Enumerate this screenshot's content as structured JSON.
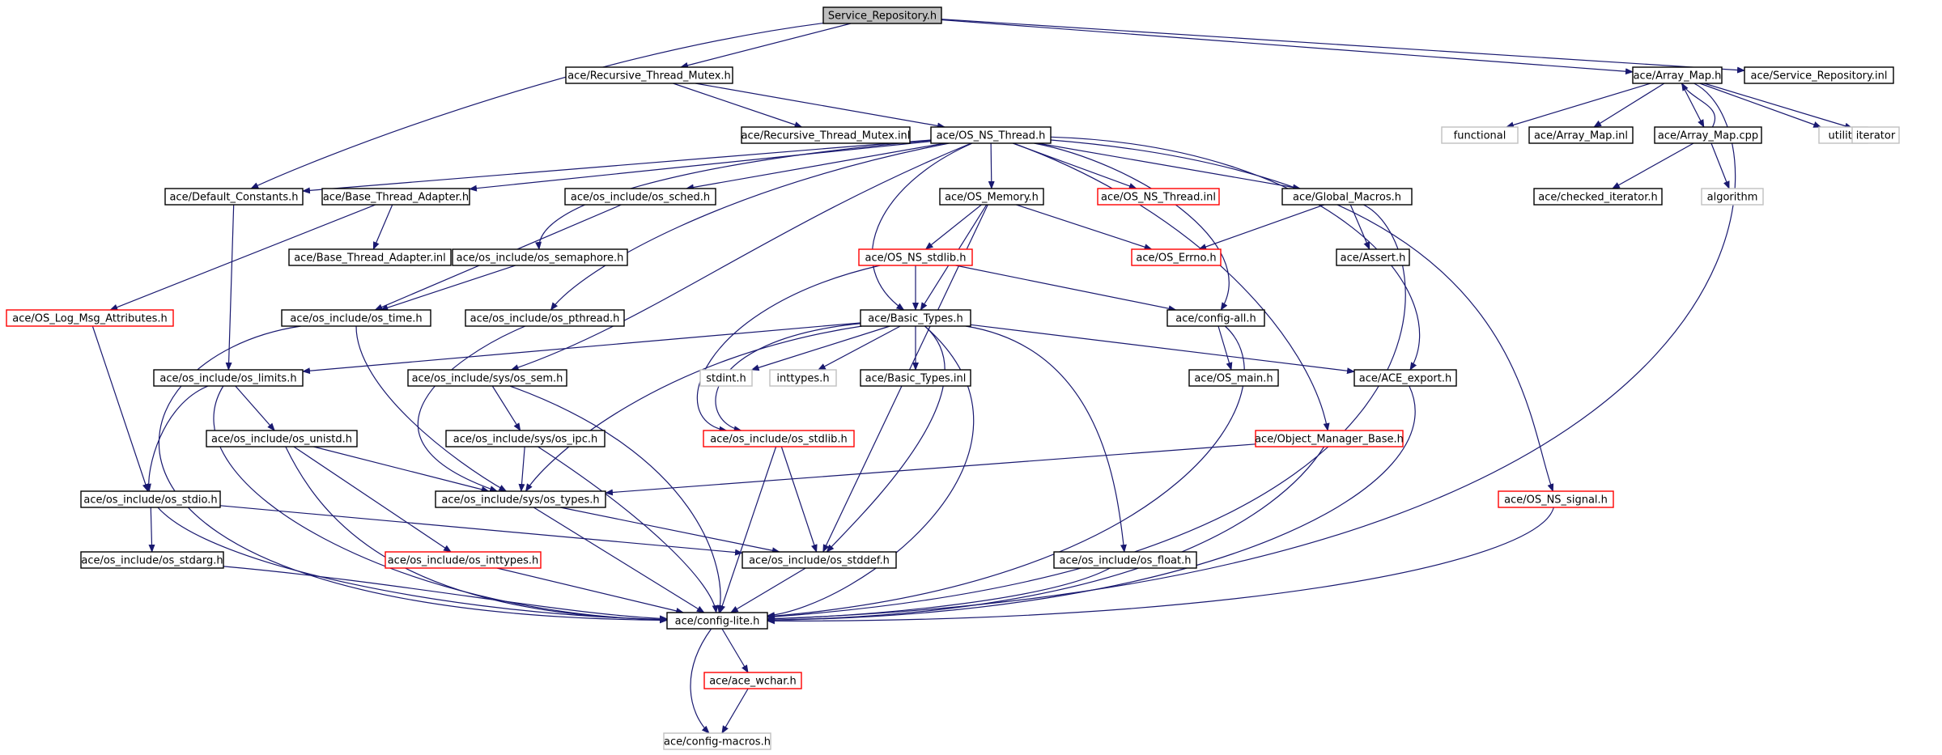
{
  "colors": {
    "edge": "#191970",
    "border_normal": "#000000",
    "border_truncated": "#ff0000",
    "border_external": "#c0c0c0",
    "fill_root": "#bfbfbf",
    "fill_normal": "#ffffff",
    "label": "#000000",
    "label_external": "#8c8c8c"
  },
  "graph": {
    "nodes": [
      {
        "id": "service_repository_h",
        "label": "Service_Repository.h",
        "kind": "root"
      },
      {
        "id": "recursive_thread_mutex_h",
        "label": "ace/Recursive_Thread_Mutex.h",
        "kind": "normal"
      },
      {
        "id": "array_map_h",
        "label": "ace/Array_Map.h",
        "kind": "normal"
      },
      {
        "id": "service_repository_inl",
        "label": "ace/Service_Repository.inl",
        "kind": "normal"
      },
      {
        "id": "recursive_thread_mutex_inl",
        "label": "ace/Recursive_Thread_Mutex.inl",
        "kind": "normal"
      },
      {
        "id": "os_ns_thread_h",
        "label": "ace/OS_NS_Thread.h",
        "kind": "normal"
      },
      {
        "id": "functional",
        "label": "functional",
        "kind": "external"
      },
      {
        "id": "array_map_inl",
        "label": "ace/Array_Map.inl",
        "kind": "normal"
      },
      {
        "id": "array_map_cpp",
        "label": "ace/Array_Map.cpp",
        "kind": "normal"
      },
      {
        "id": "utility",
        "label": "utility",
        "kind": "external"
      },
      {
        "id": "iterator",
        "label": "iterator",
        "kind": "external"
      },
      {
        "id": "default_constants_h",
        "label": "ace/Default_Constants.h",
        "kind": "normal"
      },
      {
        "id": "base_thread_adapter_h",
        "label": "ace/Base_Thread_Adapter.h",
        "kind": "normal"
      },
      {
        "id": "os_sched_h",
        "label": "ace/os_include/os_sched.h",
        "kind": "normal"
      },
      {
        "id": "os_memory_h",
        "label": "ace/OS_Memory.h",
        "kind": "normal"
      },
      {
        "id": "os_ns_thread_inl",
        "label": "ace/OS_NS_Thread.inl",
        "kind": "truncated"
      },
      {
        "id": "global_macros_h",
        "label": "ace/Global_Macros.h",
        "kind": "normal"
      },
      {
        "id": "checked_iterator_h",
        "label": "ace/checked_iterator.h",
        "kind": "normal"
      },
      {
        "id": "algorithm",
        "label": "algorithm",
        "kind": "external"
      },
      {
        "id": "base_thread_adapter_inl",
        "label": "ace/Base_Thread_Adapter.inl",
        "kind": "normal"
      },
      {
        "id": "os_semaphore_h",
        "label": "ace/os_include/os_semaphore.h",
        "kind": "normal"
      },
      {
        "id": "os_ns_stdlib_h",
        "label": "ace/OS_NS_stdlib.h",
        "kind": "truncated"
      },
      {
        "id": "os_errno_h",
        "label": "ace/OS_Errno.h",
        "kind": "truncated"
      },
      {
        "id": "assert_h",
        "label": "ace/Assert.h",
        "kind": "normal"
      },
      {
        "id": "os_log_msg_attributes_h",
        "label": "ace/OS_Log_Msg_Attributes.h",
        "kind": "truncated"
      },
      {
        "id": "os_time_h",
        "label": "ace/os_include/os_time.h",
        "kind": "normal"
      },
      {
        "id": "os_pthread_h",
        "label": "ace/os_include/os_pthread.h",
        "kind": "normal"
      },
      {
        "id": "basic_types_h",
        "label": "ace/Basic_Types.h",
        "kind": "normal"
      },
      {
        "id": "config_all_h",
        "label": "ace/config-all.h",
        "kind": "normal"
      },
      {
        "id": "os_limits_h",
        "label": "ace/os_include/os_limits.h",
        "kind": "normal"
      },
      {
        "id": "os_sem_h",
        "label": "ace/os_include/sys/os_sem.h",
        "kind": "normal"
      },
      {
        "id": "stdint_h",
        "label": "stdint.h",
        "kind": "external"
      },
      {
        "id": "inttypes_h",
        "label": "inttypes.h",
        "kind": "external"
      },
      {
        "id": "basic_types_inl",
        "label": "ace/Basic_Types.inl",
        "kind": "normal"
      },
      {
        "id": "os_main_h",
        "label": "ace/OS_main.h",
        "kind": "normal"
      },
      {
        "id": "ace_export_h",
        "label": "ace/ACE_export.h",
        "kind": "normal"
      },
      {
        "id": "os_unistd_h",
        "label": "ace/os_include/os_unistd.h",
        "kind": "normal"
      },
      {
        "id": "os_ipc_h",
        "label": "ace/os_include/sys/os_ipc.h",
        "kind": "normal"
      },
      {
        "id": "os_stdlib_h",
        "label": "ace/os_include/os_stdlib.h",
        "kind": "truncated"
      },
      {
        "id": "object_manager_base_h",
        "label": "ace/Object_Manager_Base.h",
        "kind": "truncated"
      },
      {
        "id": "os_stdio_h",
        "label": "ace/os_include/os_stdio.h",
        "kind": "normal"
      },
      {
        "id": "os_types_h",
        "label": "ace/os_include/sys/os_types.h",
        "kind": "normal"
      },
      {
        "id": "os_ns_signal_h",
        "label": "ace/OS_NS_signal.h",
        "kind": "truncated"
      },
      {
        "id": "os_stdarg_h",
        "label": "ace/os_include/os_stdarg.h",
        "kind": "normal"
      },
      {
        "id": "os_inttypes_h",
        "label": "ace/os_include/os_inttypes.h",
        "kind": "truncated"
      },
      {
        "id": "os_stddef_h",
        "label": "ace/os_include/os_stddef.h",
        "kind": "normal"
      },
      {
        "id": "os_float_h",
        "label": "ace/os_include/os_float.h",
        "kind": "normal"
      },
      {
        "id": "config_lite_h",
        "label": "ace/config-lite.h",
        "kind": "normal"
      },
      {
        "id": "ace_wchar_h",
        "label": "ace/ace_wchar.h",
        "kind": "truncated"
      },
      {
        "id": "config_macros_h",
        "label": "ace/config-macros.h",
        "kind": "external"
      }
    ],
    "edges": [
      [
        "service_repository_h",
        "recursive_thread_mutex_h"
      ],
      [
        "service_repository_h",
        "array_map_h"
      ],
      [
        "service_repository_h",
        "service_repository_inl"
      ],
      [
        "service_repository_h",
        "default_constants_h"
      ],
      [
        "recursive_thread_mutex_h",
        "recursive_thread_mutex_inl"
      ],
      [
        "recursive_thread_mutex_h",
        "os_ns_thread_h"
      ],
      [
        "array_map_h",
        "functional"
      ],
      [
        "array_map_h",
        "array_map_inl"
      ],
      [
        "array_map_h",
        "array_map_cpp"
      ],
      [
        "array_map_h",
        "utility"
      ],
      [
        "array_map_h",
        "iterator"
      ],
      [
        "array_map_h",
        "config_lite_h"
      ],
      [
        "array_map_cpp",
        "array_map_h"
      ],
      [
        "array_map_cpp",
        "checked_iterator_h"
      ],
      [
        "array_map_cpp",
        "algorithm"
      ],
      [
        "os_ns_thread_h",
        "default_constants_h"
      ],
      [
        "os_ns_thread_h",
        "base_thread_adapter_h"
      ],
      [
        "os_ns_thread_h",
        "os_sched_h"
      ],
      [
        "os_ns_thread_h",
        "os_memory_h"
      ],
      [
        "os_ns_thread_h",
        "os_ns_thread_inl"
      ],
      [
        "os_ns_thread_h",
        "global_macros_h"
      ],
      [
        "os_ns_thread_h",
        "os_semaphore_h"
      ],
      [
        "os_ns_thread_h",
        "os_pthread_h"
      ],
      [
        "os_ns_thread_h",
        "basic_types_h"
      ],
      [
        "os_ns_thread_h",
        "config_all_h"
      ],
      [
        "os_ns_thread_h",
        "os_sem_h"
      ],
      [
        "os_ns_thread_h",
        "ace_export_h"
      ],
      [
        "os_ns_thread_h",
        "object_manager_base_h"
      ],
      [
        "os_ns_thread_h",
        "os_ns_signal_h"
      ],
      [
        "default_constants_h",
        "os_limits_h"
      ],
      [
        "base_thread_adapter_h",
        "base_thread_adapter_inl"
      ],
      [
        "base_thread_adapter_h",
        "os_log_msg_attributes_h"
      ],
      [
        "os_sched_h",
        "os_time_h"
      ],
      [
        "os_semaphore_h",
        "os_time_h"
      ],
      [
        "os_memory_h",
        "os_ns_stdlib_h"
      ],
      [
        "os_memory_h",
        "os_errno_h"
      ],
      [
        "os_memory_h",
        "basic_types_h"
      ],
      [
        "os_memory_h",
        "os_stddef_h"
      ],
      [
        "global_macros_h",
        "os_errno_h"
      ],
      [
        "global_macros_h",
        "assert_h"
      ],
      [
        "global_macros_h",
        "config_lite_h"
      ],
      [
        "os_ns_stdlib_h",
        "basic_types_h"
      ],
      [
        "os_ns_stdlib_h",
        "config_all_h"
      ],
      [
        "os_ns_stdlib_h",
        "os_stdlib_h"
      ],
      [
        "os_log_msg_attributes_h",
        "os_stdio_h"
      ],
      [
        "os_time_h",
        "os_types_h"
      ],
      [
        "os_time_h",
        "config_lite_h"
      ],
      [
        "os_pthread_h",
        "os_types_h"
      ],
      [
        "basic_types_h",
        "os_limits_h"
      ],
      [
        "basic_types_h",
        "stdint_h"
      ],
      [
        "basic_types_h",
        "inttypes_h"
      ],
      [
        "basic_types_h",
        "basic_types_inl"
      ],
      [
        "basic_types_h",
        "ace_export_h"
      ],
      [
        "basic_types_h",
        "os_stdlib_h"
      ],
      [
        "basic_types_h",
        "os_types_h"
      ],
      [
        "basic_types_h",
        "os_stddef_h"
      ],
      [
        "basic_types_h",
        "os_float_h"
      ],
      [
        "basic_types_h",
        "config_lite_h"
      ],
      [
        "config_all_h",
        "os_main_h"
      ],
      [
        "config_all_h",
        "config_lite_h"
      ],
      [
        "os_limits_h",
        "os_unistd_h"
      ],
      [
        "os_limits_h",
        "os_stdio_h"
      ],
      [
        "os_limits_h",
        "config_lite_h"
      ],
      [
        "os_sem_h",
        "os_ipc_h"
      ],
      [
        "os_sem_h",
        "config_lite_h"
      ],
      [
        "ace_export_h",
        "config_lite_h"
      ],
      [
        "os_unistd_h",
        "os_types_h"
      ],
      [
        "os_unistd_h",
        "os_inttypes_h"
      ],
      [
        "os_unistd_h",
        "config_lite_h"
      ],
      [
        "os_ipc_h",
        "os_types_h"
      ],
      [
        "os_ipc_h",
        "config_lite_h"
      ],
      [
        "os_stdlib_h",
        "os_stddef_h"
      ],
      [
        "os_stdlib_h",
        "config_lite_h"
      ],
      [
        "object_manager_base_h",
        "os_types_h"
      ],
      [
        "object_manager_base_h",
        "config_lite_h"
      ],
      [
        "os_stdio_h",
        "os_stdarg_h"
      ],
      [
        "os_stdio_h",
        "os_stddef_h"
      ],
      [
        "os_stdio_h",
        "config_lite_h"
      ],
      [
        "os_types_h",
        "os_stddef_h"
      ],
      [
        "os_types_h",
        "config_lite_h"
      ],
      [
        "os_ns_signal_h",
        "config_lite_h"
      ],
      [
        "os_stdarg_h",
        "config_lite_h"
      ],
      [
        "os_inttypes_h",
        "config_lite_h"
      ],
      [
        "os_stddef_h",
        "config_lite_h"
      ],
      [
        "os_float_h",
        "config_lite_h"
      ],
      [
        "config_lite_h",
        "ace_wchar_h"
      ],
      [
        "config_lite_h",
        "config_macros_h"
      ],
      [
        "ace_wchar_h",
        "config_macros_h"
      ]
    ]
  }
}
